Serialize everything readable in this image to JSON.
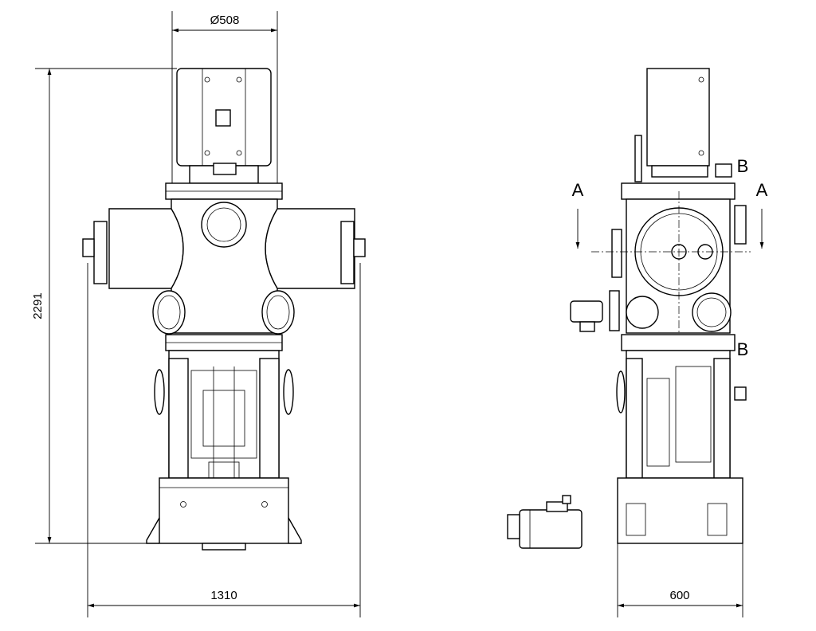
{
  "dimensions": {
    "top_diameter": "Ø508",
    "height": "2291",
    "front_width": "1310",
    "side_width": "600"
  },
  "section_labels": {
    "a_left": "A",
    "a_right": "A",
    "b_top": "B",
    "b_bottom": "B"
  }
}
